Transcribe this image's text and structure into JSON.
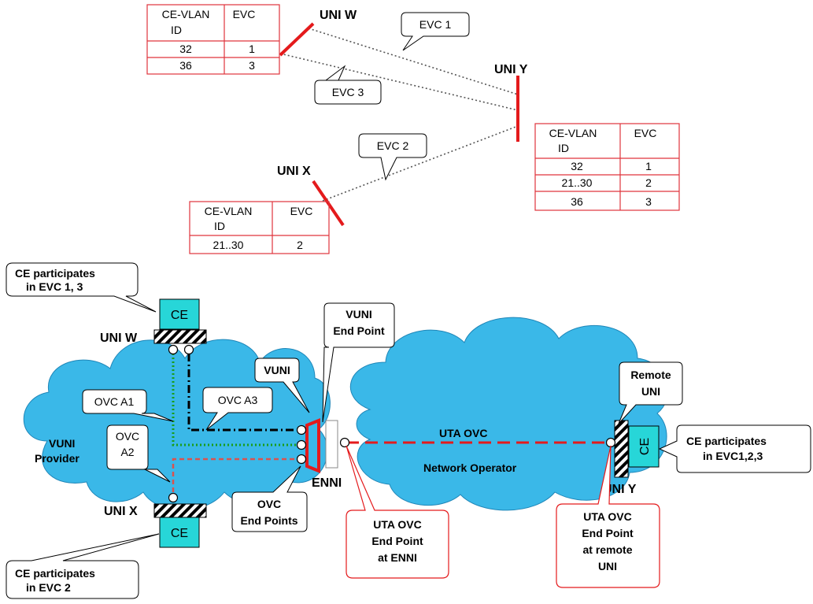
{
  "colors": {
    "table_border": "#e0343c",
    "uni_bar": "#e41a1c",
    "cloud_fill": "#3ab8e8",
    "ce_fill": "#27d6d8",
    "ovc_a1": "#1a9d1a",
    "ovc_a2": "#d9534f",
    "uta_ovc": "#e41a1c",
    "vuni_box": "#e41a1c"
  },
  "top": {
    "table_w": {
      "header": [
        "CE-VLAN ID",
        "EVC"
      ],
      "rows": [
        [
          "32",
          "1"
        ],
        [
          "36",
          "3"
        ]
      ]
    },
    "table_y": {
      "header": [
        "CE-VLAN ID",
        "EVC"
      ],
      "rows": [
        [
          "32",
          "1"
        ],
        [
          "21..30",
          "2"
        ],
        [
          "36",
          "3"
        ]
      ]
    },
    "table_x": {
      "header": [
        "CE-VLAN ID",
        "EVC"
      ],
      "rows": [
        [
          "21..30",
          "2"
        ]
      ]
    },
    "uni_w": "UNI W",
    "uni_x": "UNI X",
    "uni_y": "UNI Y",
    "evc1": "EVC 1",
    "evc2": "EVC 2",
    "evc3": "EVC 3"
  },
  "bottom": {
    "ce_label": "CE",
    "ce_w_note": [
      "CE participates",
      "in EVC 1, 3"
    ],
    "ce_x_note": [
      "CE participates",
      "in EVC 2"
    ],
    "ce_y_note": [
      "CE participates",
      "in EVC1,2,3"
    ],
    "uni_w": "UNI W",
    "uni_x": "UNI X",
    "uni_y": "UNI Y",
    "enni": "ENNI",
    "vuni_provider": [
      "VUNI",
      "Provider"
    ],
    "network_operator": "Network Operator",
    "uta_ovc": "UTA OVC",
    "ovc_a1": "OVC A1",
    "ovc_a3": "OVC A3",
    "ovc_a2": [
      "OVC",
      "A2"
    ],
    "vuni": "VUNI",
    "vuni_end_point": [
      "VUNI",
      "End Point"
    ],
    "ovc_end_points": [
      "OVC",
      "End Points"
    ],
    "remote_uni": [
      "Remote",
      "UNI"
    ],
    "uta_enni": [
      "UTA OVC",
      "End Point",
      "at ENNI"
    ],
    "uta_remote": [
      "UTA OVC",
      "End Point",
      "at remote",
      "UNI"
    ]
  }
}
